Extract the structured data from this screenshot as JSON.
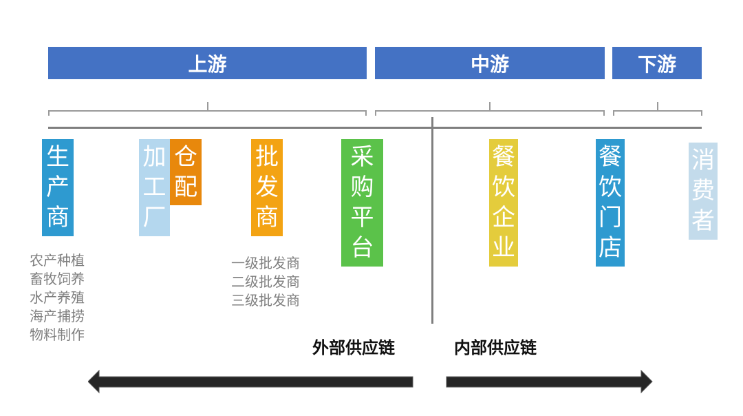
{
  "stages": [
    {
      "label": "上游",
      "color": "#4472c4"
    },
    {
      "label": "中游",
      "color": "#4472c4"
    },
    {
      "label": "下游",
      "color": "#4472c4"
    }
  ],
  "nodes": [
    {
      "id": "producer",
      "chars": [
        "生",
        "产",
        "商"
      ],
      "color": "#2e9ad0"
    },
    {
      "id": "processing-plant",
      "chars": [
        "加",
        "工",
        "厂"
      ],
      "color": "#b4d7ee"
    },
    {
      "id": "warehouse-distribution",
      "chars": [
        "仓",
        "配"
      ],
      "color": "#e8880c"
    },
    {
      "id": "wholesaler",
      "chars": [
        "批",
        "发",
        "商"
      ],
      "color": "#f3a313"
    },
    {
      "id": "procurement-platform",
      "chars": [
        "采",
        "购",
        "平",
        "台"
      ],
      "color": "#5bc24a"
    },
    {
      "id": "catering-enterprise",
      "chars": [
        "餐",
        "饮",
        "企",
        "业"
      ],
      "color": "#e4cc3c"
    },
    {
      "id": "catering-store",
      "chars": [
        "餐",
        "饮",
        "门",
        "店"
      ],
      "color": "#2e9ad0"
    },
    {
      "id": "consumer",
      "chars": [
        "消",
        "费",
        "者"
      ],
      "color": "#c3dbeb"
    }
  ],
  "producer_types": [
    "农产种植",
    "畜牧饲养",
    "水产养殖",
    "海产捕捞",
    "物料制作"
  ],
  "wholesaler_levels": [
    "一级批发商",
    "二级批发商",
    "三级批发商"
  ],
  "chains": {
    "external": "外部供应链",
    "internal": "内部供应链"
  }
}
